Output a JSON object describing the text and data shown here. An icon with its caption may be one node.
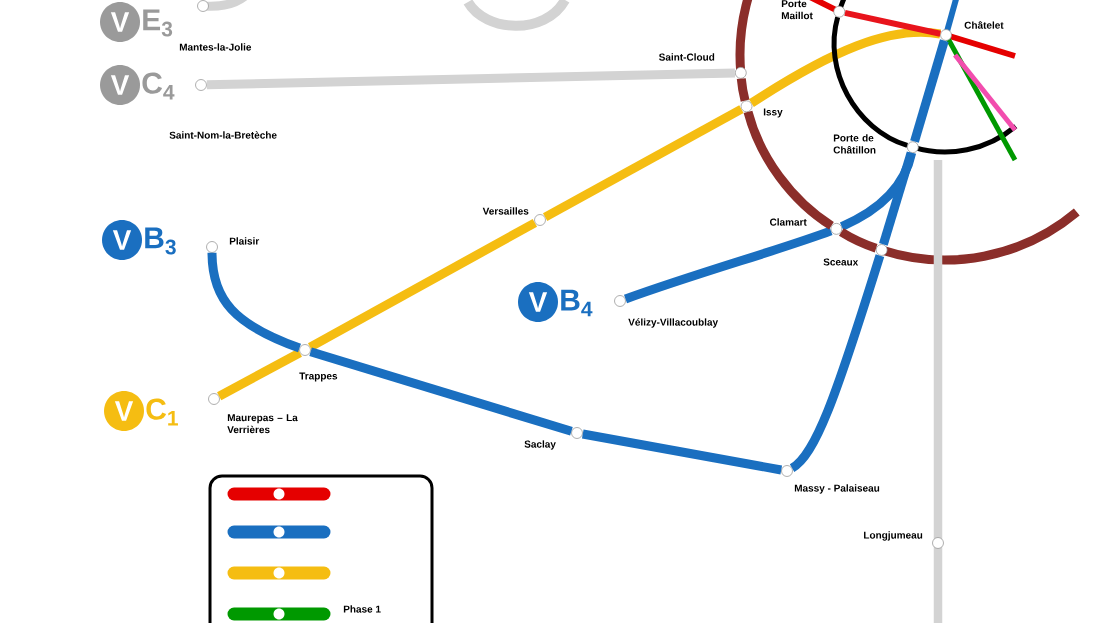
{
  "diagram": {
    "nodes": [
      {
        "text": [],
        "shape": "circle",
        "beside": [
          "Mantes-la-Jolie"
        ]
      },
      {
        "text": [],
        "shape": "circle"
      },
      {
        "text": [],
        "shape": "circle",
        "beside": [
          "Saint-Cloud"
        ]
      },
      {
        "text": [],
        "shape": "circle",
        "beside": [
          "Issy"
        ]
      },
      {
        "text": [],
        "shape": "circle",
        "beside": [
          "Porte Maillot"
        ]
      },
      {
        "text": [],
        "shape": "circle",
        "beside": [
          "Châtelet"
        ]
      },
      {
        "text": [],
        "shape": "circle",
        "beside": [
          "Porte de Châtillon"
        ]
      },
      {
        "text": [],
        "shape": "circle",
        "beside": [
          "Clamart"
        ]
      },
      {
        "text": [],
        "shape": "circle",
        "beside": [
          "Sceaux"
        ]
      },
      {
        "text": [],
        "shape": "circle",
        "beside": [
          "Versailles"
        ]
      },
      {
        "text": [],
        "shape": "circle",
        "beside": [
          "Plaisir"
        ]
      },
      {
        "text": [],
        "shape": "circle",
        "beside": [
          "Trappes"
        ]
      },
      {
        "text": [],
        "shape": "circle",
        "beside": [
          "Maurepas – La Verrières"
        ]
      },
      {
        "text": [],
        "shape": "circle",
        "beside": [
          "Saclay"
        ]
      },
      {
        "text": [],
        "shape": "circle",
        "beside": [
          "Massy - Palaiseau"
        ]
      },
      {
        "text": [],
        "shape": "circle",
        "beside": [
          "Vélizy-Villacoublay"
        ]
      },
      {
        "text": [],
        "shape": "circle",
        "beside": [
          "Longjumeau"
        ]
      }
    ],
    "edges": [
      {
        "from": 12,
        "to": 11,
        "arrow": "none",
        "color": "#f5bd12"
      },
      {
        "from": 11,
        "to": 9,
        "arrow": "none",
        "color": "#f5bd12"
      },
      {
        "from": 9,
        "to": 3,
        "arrow": "none",
        "color": "#f5bd12"
      },
      {
        "from": 3,
        "to": 5,
        "arrow": "none",
        "color": "#f5bd12"
      },
      {
        "from": 10,
        "to": 11,
        "arrow": "none"
      },
      {
        "from": 11,
        "to": 13,
        "arrow": "none"
      },
      {
        "from": 13,
        "to": 14,
        "arrow": "none"
      },
      {
        "from": 14,
        "to": 8,
        "arrow": "none"
      },
      {
        "from": 8,
        "to": 6,
        "arrow": "none"
      },
      {
        "from": 6,
        "to": 5,
        "arrow": "none"
      },
      {
        "from": 15,
        "to": 7,
        "arrow": "none"
      },
      {
        "from": 7,
        "to": 6,
        "arrow": "none"
      },
      {
        "from": 2,
        "to": 3,
        "arrow": "none",
        "color": "#8b2e2a"
      },
      {
        "from": 3,
        "to": 7,
        "arrow": "none",
        "color": "#8b2e2a"
      },
      {
        "from": 7,
        "to": 8,
        "arrow": "none",
        "color": "#8b2e2a"
      },
      {
        "from": 4,
        "to": 6,
        "arrow": "none",
        "color": "#000000"
      },
      {
        "from": 4,
        "to": 5,
        "arrow": "none",
        "color": "#e8141c"
      },
      {
        "from": 1,
        "to": 2,
        "arrow": "none",
        "color": "#d3d3d3"
      }
    ],
    "labels": [
      "V",
      "E$_{3}$",
      "V",
      "C$_{4}$",
      "Saint-Nom-la-Bretèche",
      "V",
      "B$_{3}$",
      "V",
      "B$_{4}$",
      "V",
      "C$_{1}$",
      "Phase 1"
    ]
  }
}
